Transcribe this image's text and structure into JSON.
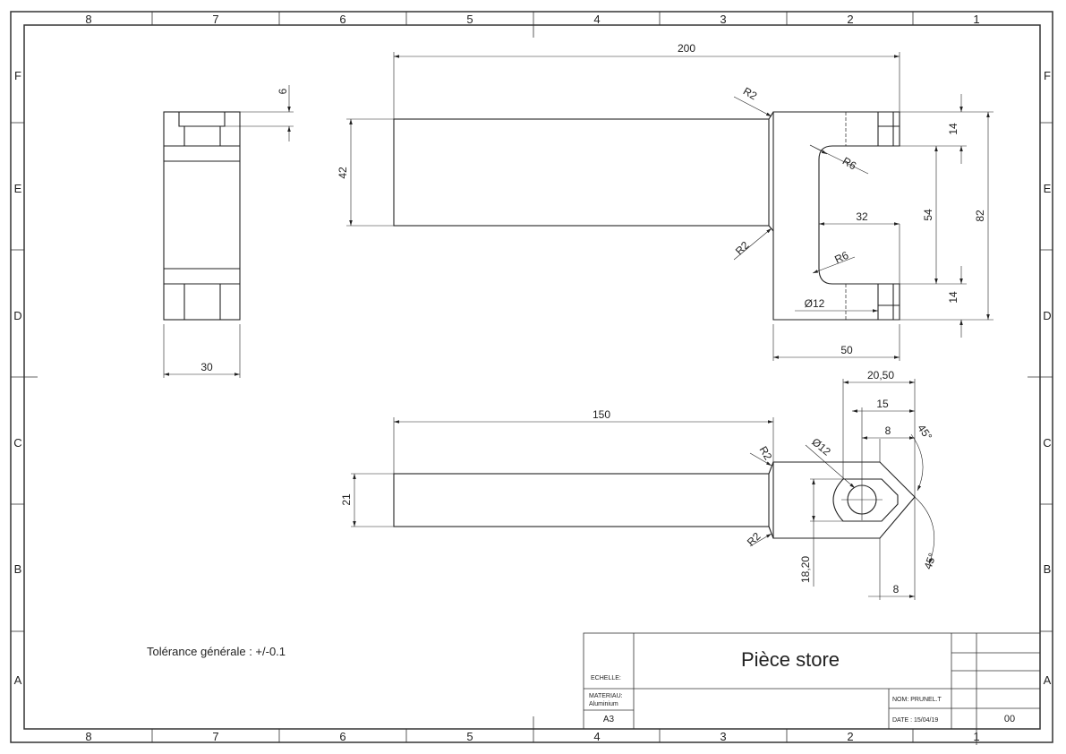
{
  "border": {
    "columns": [
      "8",
      "7",
      "6",
      "5",
      "4",
      "3",
      "2",
      "1"
    ],
    "rows": [
      "F",
      "E",
      "D",
      "C",
      "B",
      "A"
    ]
  },
  "note": "Tolérance générale : +/-0.1",
  "title_block": {
    "title": "Pièce store",
    "echelle_label": "ECHELLE:",
    "materiau_label": "MATERIAU:",
    "materiau_value": "Aluminium",
    "format": "A3",
    "nom": "NOM: PRUNEL.T",
    "date": "DATE : 15/04/19",
    "revision": "00"
  },
  "dimensions": {
    "left_view": {
      "width": "30",
      "slot_depth": "6"
    },
    "front_view": {
      "length": "200",
      "height": "42",
      "r_top": "R2",
      "r_bottom": "R2",
      "r6_top": "R6",
      "r6_bottom": "R6",
      "slot_width": "32",
      "inner_height": "54",
      "total_height": "82",
      "top_flange": "14",
      "bottom_flange": "14",
      "hole_dia": "Ø12",
      "head_width": "50"
    },
    "bottom_view": {
      "length": "150",
      "height": "21",
      "r_top": "R2",
      "r_bottom": "R2",
      "hole_dia": "Ø12",
      "d20_50": "20,50",
      "d15": "15",
      "d8_top": "8",
      "angle_top": "45°",
      "angle_bottom": "45°",
      "d18_20": "18,20",
      "d8_bottom": "8"
    }
  }
}
